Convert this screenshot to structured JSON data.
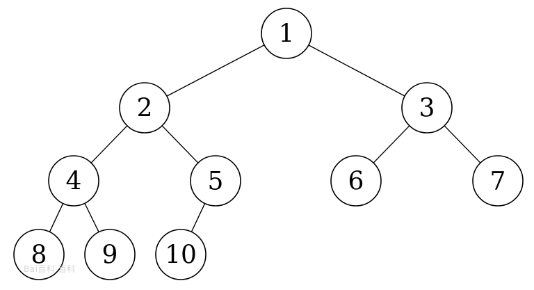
{
  "tree": {
    "nodes": [
      {
        "id": "1",
        "label": "1"
      },
      {
        "id": "2",
        "label": "2"
      },
      {
        "id": "3",
        "label": "3"
      },
      {
        "id": "4",
        "label": "4"
      },
      {
        "id": "5",
        "label": "5"
      },
      {
        "id": "6",
        "label": "6"
      },
      {
        "id": "7",
        "label": "7"
      },
      {
        "id": "8",
        "label": "8"
      },
      {
        "id": "9",
        "label": "9"
      },
      {
        "id": "10",
        "label": "10"
      }
    ],
    "edges": [
      {
        "from": "1",
        "to": "2"
      },
      {
        "from": "1",
        "to": "3"
      },
      {
        "from": "2",
        "to": "4"
      },
      {
        "from": "2",
        "to": "5"
      },
      {
        "from": "3",
        "to": "6"
      },
      {
        "from": "3",
        "to": "7"
      },
      {
        "from": "4",
        "to": "8"
      },
      {
        "from": "4",
        "to": "9"
      },
      {
        "from": "5",
        "to": "10"
      }
    ]
  },
  "watermark": {
    "text": "Bai百科 百科"
  }
}
